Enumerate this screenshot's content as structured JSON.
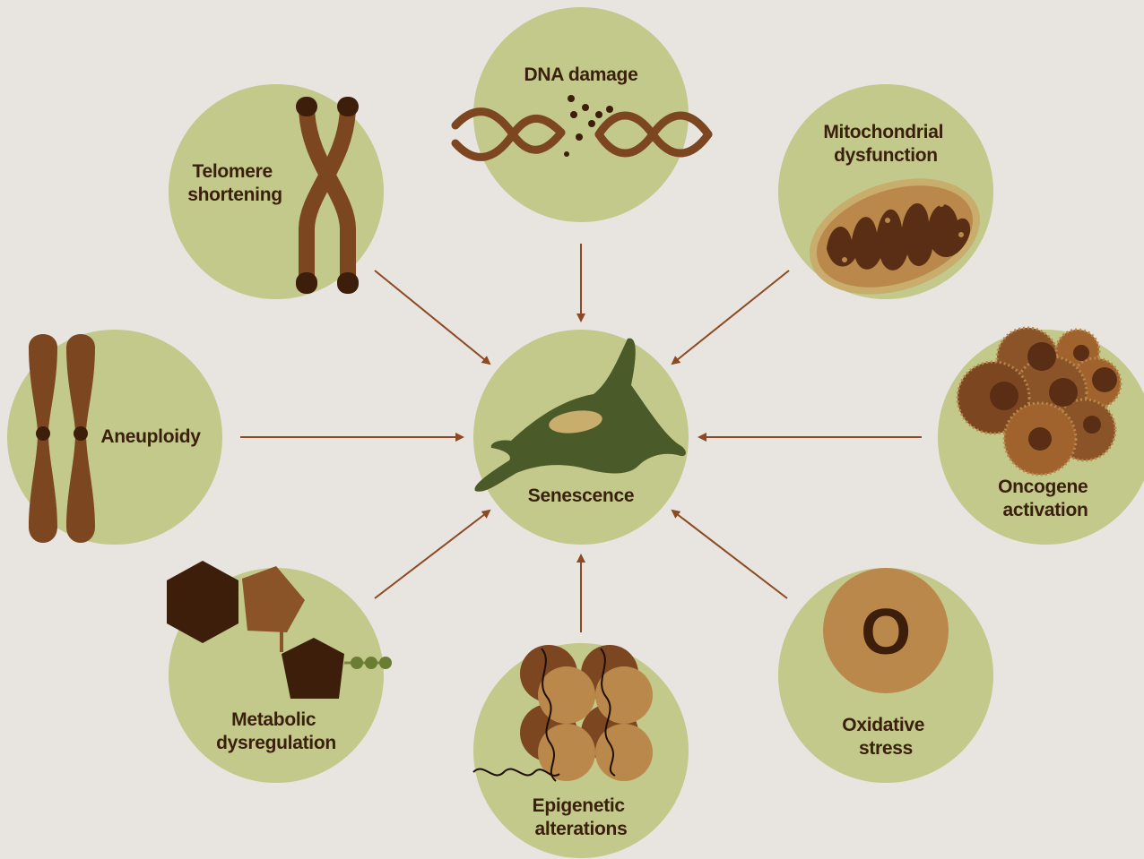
{
  "colors": {
    "background": "#e8e4e0",
    "circle": "#c2c98a",
    "arrow": "#8b4a22",
    "text": "#3a1f0c",
    "dark_brown": "#3c1e0a",
    "mid_brown": "#7b4620",
    "light_brown": "#b9884a",
    "cell_green": "#4a5a28",
    "nucleus": "#c9ad6c"
  },
  "center": {
    "label": "Senescence",
    "icon": "senescent-cell-icon"
  },
  "causes": [
    {
      "id": "telomere",
      "lines": [
        "Telomere",
        "shortening"
      ],
      "icon": "chromosome-icon"
    },
    {
      "id": "dna",
      "lines": [
        "DNA damage"
      ],
      "icon": "broken-dna-icon"
    },
    {
      "id": "mito",
      "lines": [
        "Mitochondrial",
        "dysfunction"
      ],
      "icon": "mitochondrion-icon"
    },
    {
      "id": "aneuploidy",
      "lines": [
        "Aneuploidy"
      ],
      "icon": "chromosome-pair-icon"
    },
    {
      "id": "oncogene",
      "lines": [
        "Oncogene",
        "activation"
      ],
      "icon": "tumor-cells-icon"
    },
    {
      "id": "metabolic",
      "lines": [
        "Metabolic",
        "dysregulation"
      ],
      "icon": "molecule-icon"
    },
    {
      "id": "epigenetic",
      "lines": [
        "Epigenetic",
        "alterations"
      ],
      "icon": "nucleosome-icon"
    },
    {
      "id": "oxidative",
      "lines": [
        "Oxidative",
        "stress"
      ],
      "icon": "oxygen-atom-icon"
    }
  ]
}
